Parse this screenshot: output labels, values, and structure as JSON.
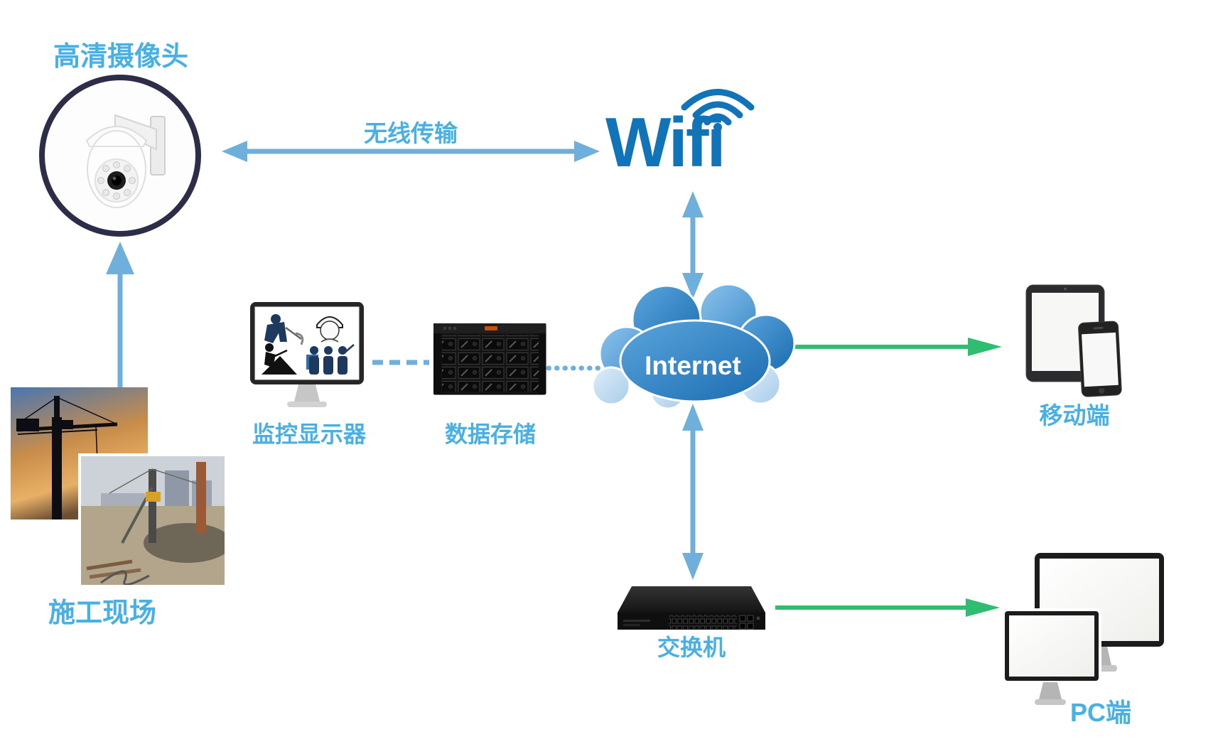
{
  "nodes": [
    {
      "id": "camera",
      "icon": "ptz-camera-icon",
      "label": "高清摄像头"
    },
    {
      "id": "wifi",
      "icon": "wifi-logo-icon",
      "label": "Wifi"
    },
    {
      "id": "internet",
      "icon": "internet-cloud-icon",
      "label": "Internet"
    },
    {
      "id": "monitor",
      "icon": "surveillance-monitor-icon",
      "label": "监控显示器"
    },
    {
      "id": "storage",
      "icon": "rack-server-icon",
      "label": "数据存储"
    },
    {
      "id": "site",
      "icon": "construction-site-photos",
      "label": "施工现场"
    },
    {
      "id": "mobile",
      "icon": "tablet-and-phone-icon",
      "label": "移动端"
    },
    {
      "id": "switch",
      "icon": "network-switch-icon",
      "label": "交换机"
    },
    {
      "id": "pc",
      "icon": "desktop-computers-icon",
      "label": "PC端"
    }
  ],
  "edges": [
    {
      "from": "camera",
      "to": "wifi",
      "style": "double-arrow",
      "color": "blue",
      "label": "无线传输"
    },
    {
      "from": "wifi",
      "to": "internet",
      "style": "double-arrow",
      "color": "blue"
    },
    {
      "from": "site",
      "to": "camera",
      "style": "arrow",
      "color": "blue"
    },
    {
      "from": "monitor",
      "to": "storage",
      "style": "dashed-line",
      "color": "blue"
    },
    {
      "from": "storage",
      "to": "internet",
      "style": "dotted-line",
      "color": "blue"
    },
    {
      "from": "internet",
      "to": "mobile",
      "style": "arrow",
      "color": "green"
    },
    {
      "from": "internet",
      "to": "switch",
      "style": "double-arrow",
      "color": "blue"
    },
    {
      "from": "switch",
      "to": "pc",
      "style": "arrow",
      "color": "green"
    }
  ],
  "theme": {
    "label_blue": "#49b0e4",
    "arrow_blue": "#6fafdc",
    "wifi_blue": "#1173b8",
    "green": "#2fbe71",
    "cloud_dark": "#1a6cb0",
    "cloud_light": "#7db9e8",
    "camera_ring": "#2d2d49"
  }
}
